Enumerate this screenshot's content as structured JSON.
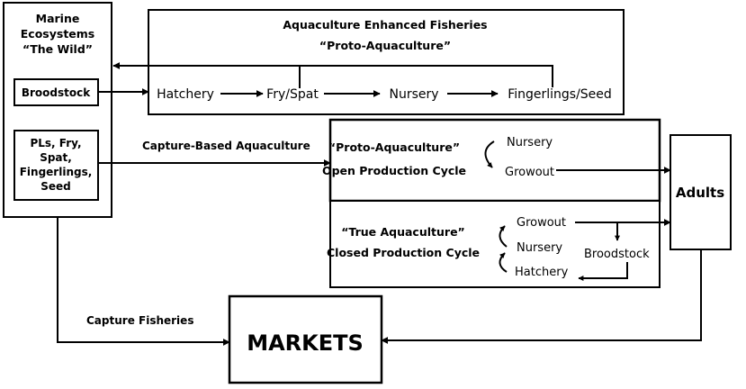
{
  "wild": {
    "title_line1": "Marine",
    "title_line2": "Ecosystems",
    "title_line3": "“The Wild”",
    "broodstock": "Broodstock",
    "seed_line1": "PLs, Fry,",
    "seed_line2": "Spat,",
    "seed_line3": "Fingerlings,",
    "seed_line4": "Seed"
  },
  "enhanced": {
    "title_line1": "Aquaculture Enhanced Fisheries",
    "title_line2": "“Proto-Aquaculture”",
    "steps": [
      "Hatchery",
      "Fry/Spat",
      "Nursery",
      "Fingerlings/Seed"
    ]
  },
  "capture_based_label": "Capture-Based Aquaculture",
  "proto_open": {
    "title_line1": "“Proto-Aquaculture”",
    "title_line2": "Open Production Cycle",
    "nursery": "Nursery",
    "growout": "Growout"
  },
  "true_closed": {
    "title_line1": "“True Aquaculture”",
    "title_line2": "Closed Production Cycle",
    "growout": "Growout",
    "nursery": "Nursery",
    "hatchery": "Hatchery",
    "broodstock": "Broodstock"
  },
  "adults": "Adults",
  "markets": "MARKETS",
  "capture_fisheries_label": "Capture Fisheries"
}
